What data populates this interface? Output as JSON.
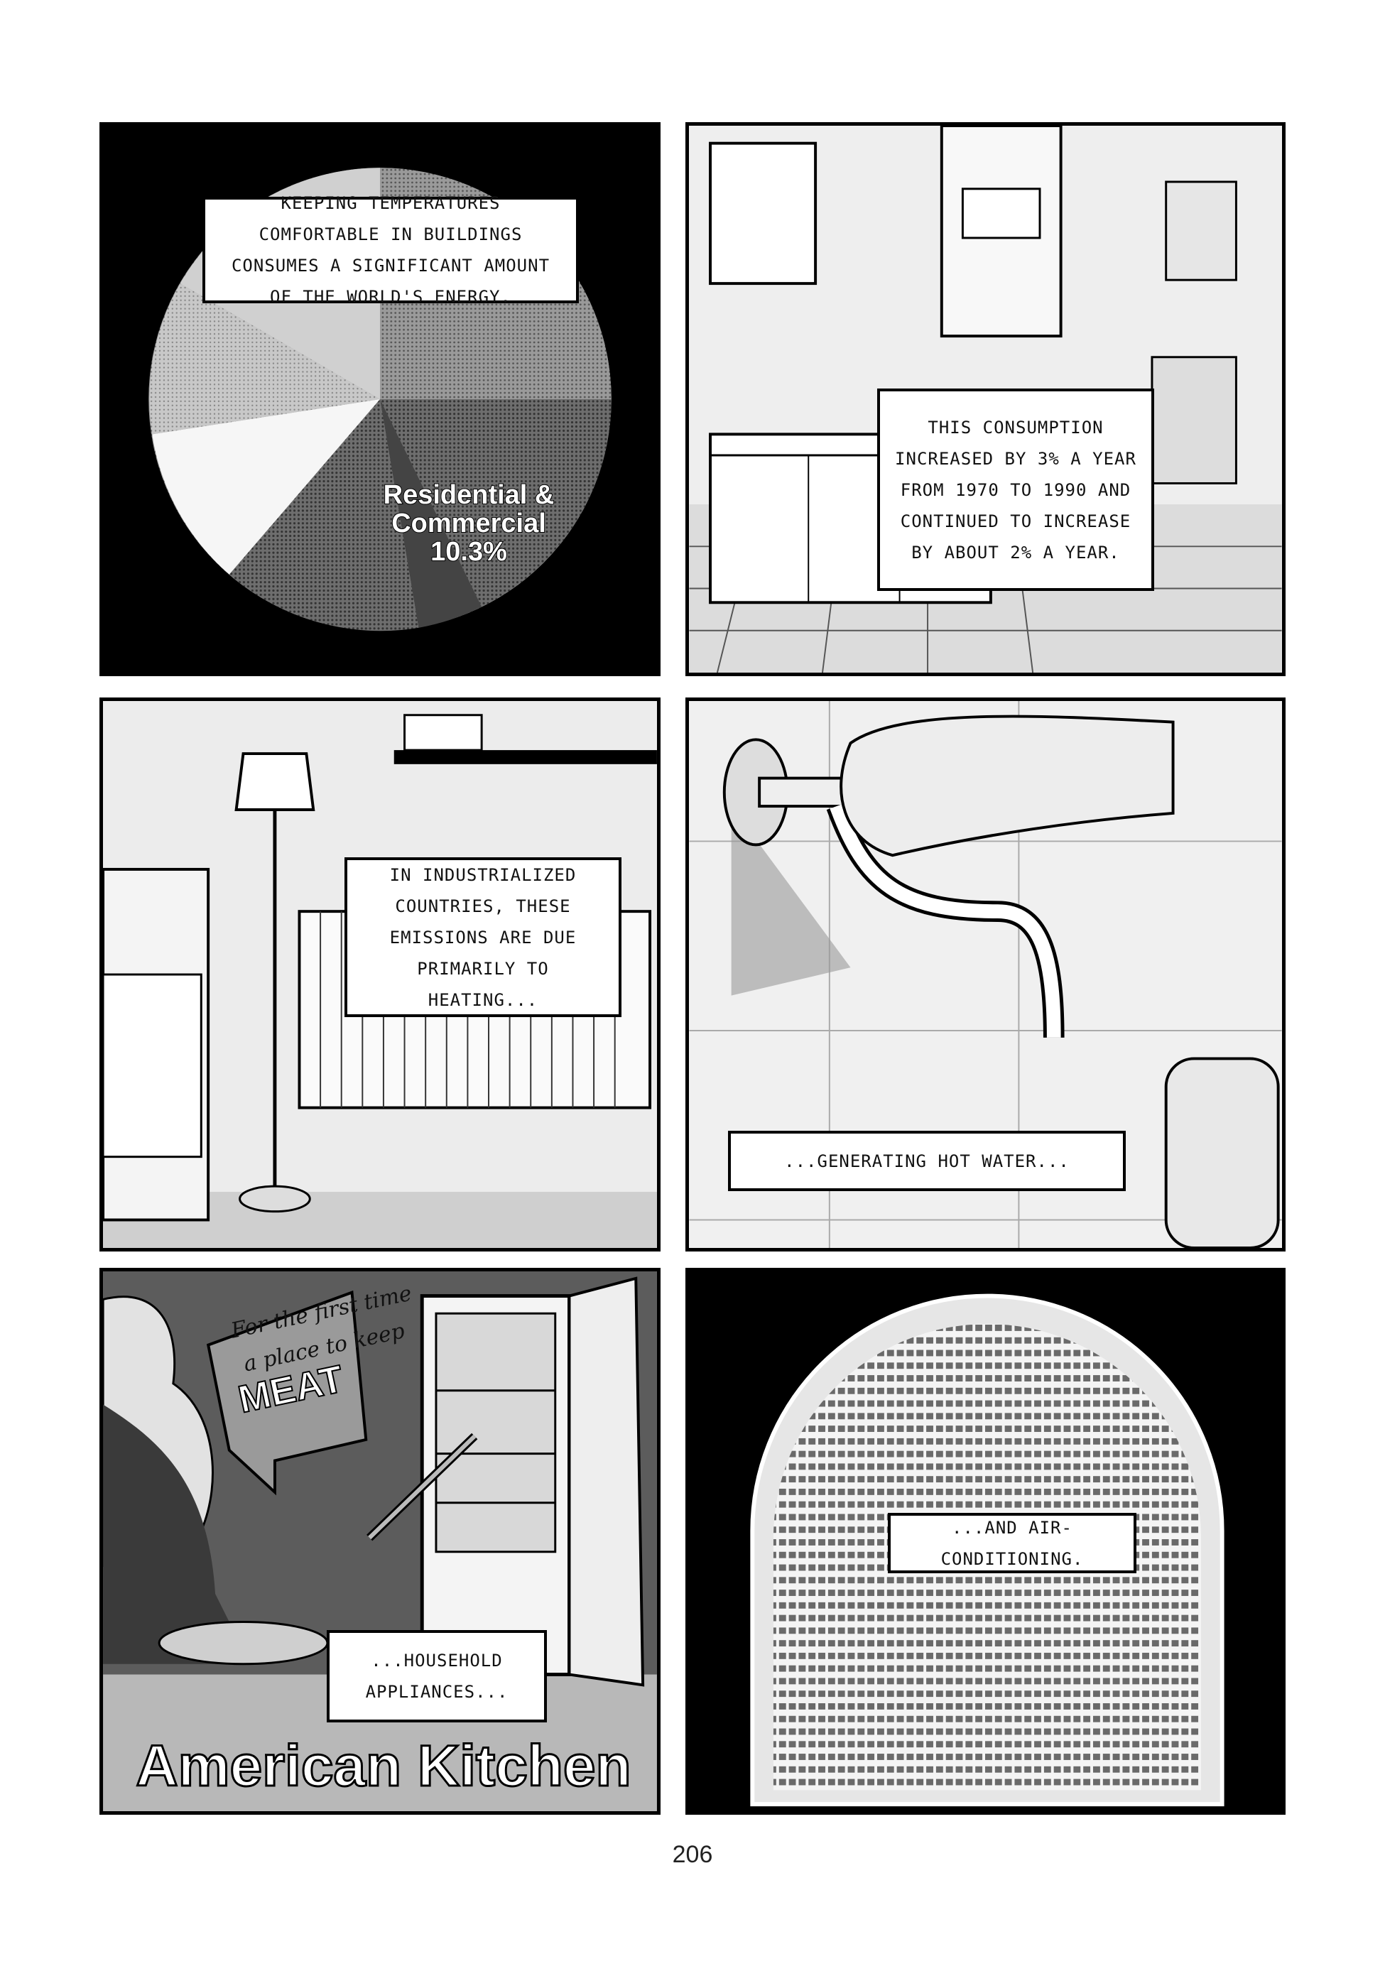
{
  "panels": {
    "pie": {
      "caption": "Keeping temperatures comfortable in buildings consumes a significant amount of the world's energy.",
      "slice_label": "Residential & Commercial 10.3%",
      "slice_value_percent": 10.3
    },
    "kitchen": {
      "caption": "This consumption increased by 3% a year from 1970 to 1990 and continued to increase by about 2% a year."
    },
    "radiator": {
      "caption": "In industrialized countries, these emissions are due primarily to heating..."
    },
    "faucet": {
      "caption": "...generating hot water..."
    },
    "ad": {
      "caption": "...household appliances...",
      "sign_line1": "For the first time",
      "sign_line2": "a place to keep",
      "sign_line3": "MEAT",
      "headline": "American Kitchen !"
    },
    "aircon": {
      "caption": "...and air-conditioning."
    }
  },
  "page_number": "206",
  "colors": {
    "ink": "#000000",
    "paper": "#ffffff"
  }
}
